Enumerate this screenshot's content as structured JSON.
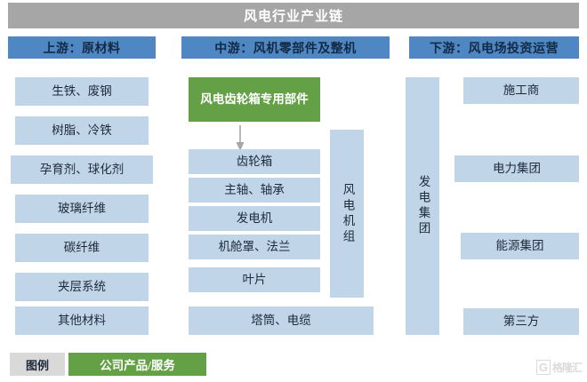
{
  "chart_data": {
    "type": "diagram",
    "title": "风电行业产业链",
    "subtype": "industry-value-chain",
    "stages": [
      {
        "key": "upstream",
        "header": "上游：原材料",
        "items": [
          "生铁、废钢",
          "树脂、冷铁",
          "孕育剂、球化剂",
          "玻璃纤维",
          "碳纤维",
          "夹层系统",
          "其他材料"
        ]
      },
      {
        "key": "midstream",
        "header": "中游：风机零部件及整机",
        "highlight": "风电齿轮箱专用部件",
        "items": [
          "齿轮箱",
          "主轴、轴承",
          "发电机",
          "机舱罩、法兰",
          "叶片"
        ],
        "footer_item": "塔筒、电缆",
        "group_label": "风电机组"
      },
      {
        "key": "downstream",
        "header": "下游：风电场投资运营",
        "group_label": "发电集团",
        "items": [
          "施工商",
          "电力集团",
          "能源集团",
          "第三方"
        ]
      }
    ],
    "legend": {
      "label": "图例",
      "entries": [
        {
          "text": "公司产品/服务",
          "color": "#63a046"
        }
      ]
    },
    "colors": {
      "title_bar": "#a6a6a6",
      "stage_header": "#4f87c4",
      "box_fill": "#c1d5e9",
      "highlight_fill": "#63a046",
      "legend_label_fill": "#d9d9d9",
      "arrow": "#a6a6a6",
      "background": "#ffffff"
    }
  },
  "title": {
    "text": "风电行业产业链"
  },
  "upstream": {
    "header": "上游：原材料",
    "items": [
      {
        "label": "生铁、废钢"
      },
      {
        "label": "树脂、冷铁"
      },
      {
        "label": "孕育剂、球化剂"
      },
      {
        "label": "玻璃纤维"
      },
      {
        "label": "碳纤维"
      },
      {
        "label": "夹层系统"
      },
      {
        "label": "其他材料"
      }
    ]
  },
  "midstream": {
    "header": "中游：风机零部件及整机",
    "highlight": "风电齿轮箱专用部件",
    "items": [
      {
        "label": "齿轮箱"
      },
      {
        "label": "主轴、轴承"
      },
      {
        "label": "发电机"
      },
      {
        "label": "机舱罩、法兰"
      },
      {
        "label": "叶片"
      }
    ],
    "footer_item": "塔筒、电缆",
    "group_label": "风电机组"
  },
  "downstream": {
    "header": "下游：风电场投资运营",
    "group_label": "发电集团",
    "items": [
      {
        "label": "施工商"
      },
      {
        "label": "电力集团"
      },
      {
        "label": "能源集团"
      },
      {
        "label": "第三方"
      }
    ]
  },
  "legend": {
    "label": "图例",
    "product_label": "公司产品/服务"
  },
  "watermark": {
    "mark": "G",
    "text": "格隆汇"
  }
}
